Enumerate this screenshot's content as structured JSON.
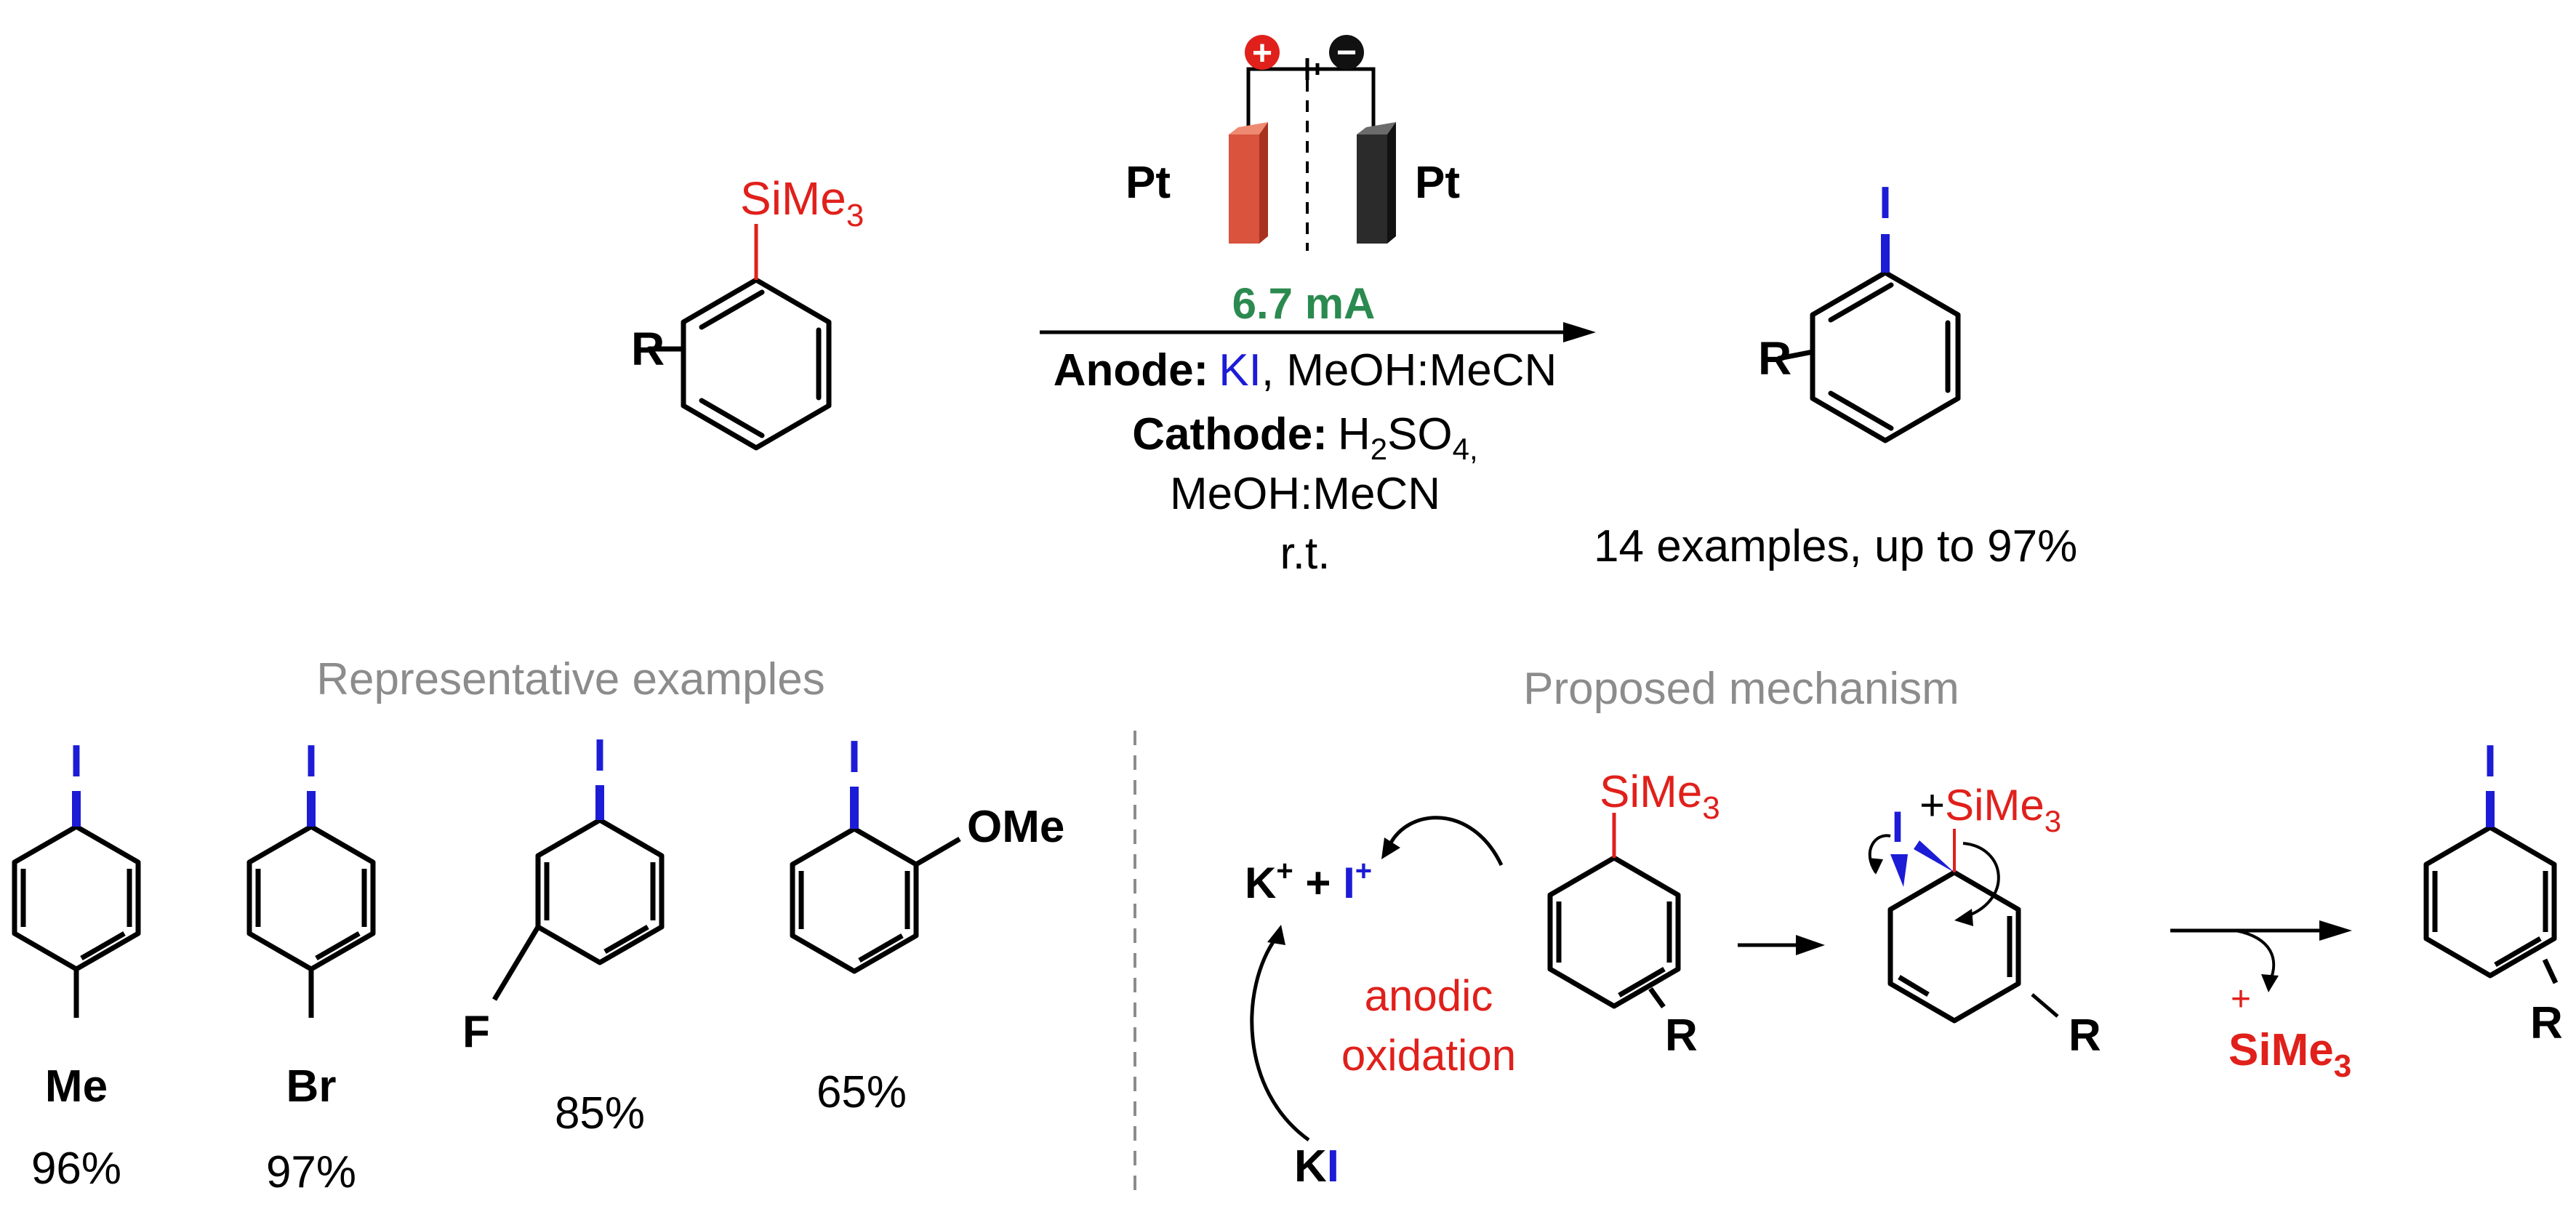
{
  "colors": {
    "red": "#e0201b",
    "blue": "#1c1cd6",
    "green": "#2b8a4f",
    "gray": "#8c8c8c",
    "anode": "#d9533d",
    "cathode": "#2b2b2b"
  },
  "top_scheme": {
    "substituent_tms": "SiMe",
    "subscript_3": "3",
    "r_label": "R",
    "electrode_left": "Pt",
    "electrode_right": "Pt",
    "plus_sign": "+",
    "minus_sign": "−",
    "current": "6.7 mA",
    "anode_label": "Anode:",
    "anode_reagent": "KI",
    "anode_solvent": ", MeOH:MeCN",
    "cathode_label": "Cathode:",
    "cathode_acid_h": "H",
    "cathode_acid_2": "2",
    "cathode_acid_so": "SO",
    "cathode_acid_4": "4,",
    "cathode_solvent": "MeOH:MeCN",
    "temperature": "r.t.",
    "product_iodo": "I",
    "product_r": "R",
    "scope_summary": "14 examples, up to 97%"
  },
  "examples": {
    "heading": "Representative examples",
    "items": [
      {
        "iodo": "I",
        "substituent": "Me",
        "yield": "96%"
      },
      {
        "iodo": "I",
        "substituent": "Br",
        "yield": "97%"
      },
      {
        "iodo": "I",
        "substituent": "F",
        "yield": "85%"
      },
      {
        "iodo": "I",
        "substituent": "OMe",
        "yield": "65%"
      }
    ]
  },
  "mechanism": {
    "heading": "Proposed mechanism",
    "k_plus": "K",
    "plus": "+",
    "joiner": " + ",
    "i_plus": "I",
    "anodic": "anodic",
    "oxidation": "oxidation",
    "ki_k": "K",
    "ki_i": "I",
    "tms": "SiMe",
    "sub3": "3",
    "r": "R",
    "iodo": "I",
    "cation_plus": "+"
  }
}
